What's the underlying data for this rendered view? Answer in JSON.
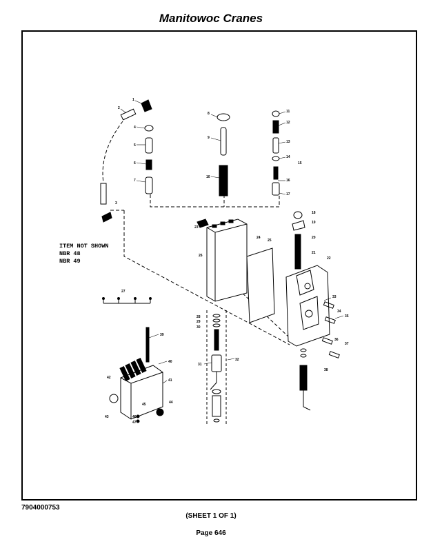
{
  "header": {
    "title": "Manitowoc Cranes"
  },
  "diagram": {
    "note_lines": [
      "ITEM NOT SHOWN",
      "NBR 48",
      "NBR 49"
    ],
    "callouts": [
      "1",
      "2",
      "3",
      "4",
      "5",
      "6",
      "7",
      "8",
      "9",
      "10",
      "11",
      "12",
      "13",
      "14",
      "15",
      "16",
      "17",
      "18",
      "19",
      "20",
      "21",
      "22",
      "23",
      "24",
      "25",
      "26",
      "27",
      "28",
      "29",
      "30",
      "31",
      "32",
      "33",
      "34",
      "35",
      "36",
      "37",
      "38",
      "39",
      "40",
      "41",
      "42",
      "43",
      "44",
      "45",
      "46",
      "47"
    ]
  },
  "footer": {
    "doc_number": "7904000753",
    "sheet": "(SHEET 1 OF 1)",
    "page": "Page 646"
  }
}
